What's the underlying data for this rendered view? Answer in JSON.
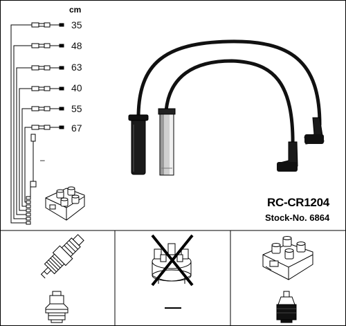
{
  "unit_label": "cm",
  "lengths": [
    "35",
    "48",
    "63",
    "40",
    "55",
    "67"
  ],
  "dash_label": "–",
  "product": {
    "code": "RC-CR1204",
    "stock": "Stock-No. 6864"
  },
  "icons": {
    "spark_plug": "spark-plug-icon",
    "distributor_cap_crossed": "distributor-cap-crossed-icon",
    "ignition_coil": "ignition-coil-icon",
    "plug_connector": "plug-connector-icon",
    "no_connector": "no-connector-dash",
    "coil_connector": "coil-connector-icon"
  }
}
